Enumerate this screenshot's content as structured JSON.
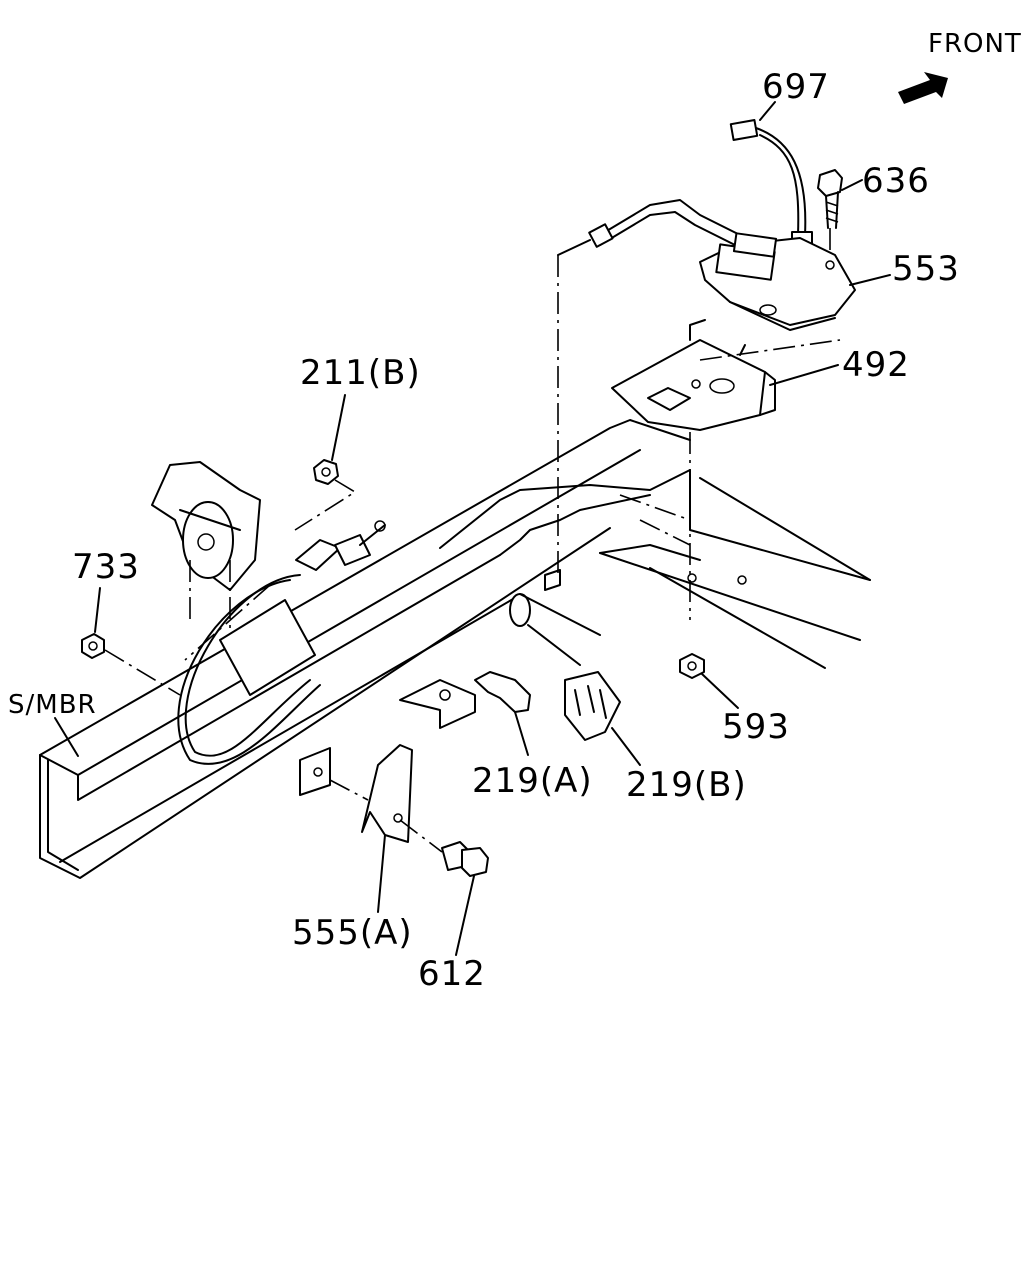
{
  "orientation": {
    "label": "FRONT",
    "arrow_icon": "front-direction-arrow-icon"
  },
  "frame_label": "S/MBR",
  "callouts": {
    "c697": "697",
    "c636": "636",
    "c553": "553",
    "c492": "492",
    "c211b": "211(B)",
    "c733": "733",
    "c593": "593",
    "c219a": "219(A)",
    "c219b": "219(B)",
    "c555a": "555(A)",
    "c612": "612"
  },
  "colors": {
    "ink": "#000000",
    "background": "#ffffff"
  }
}
